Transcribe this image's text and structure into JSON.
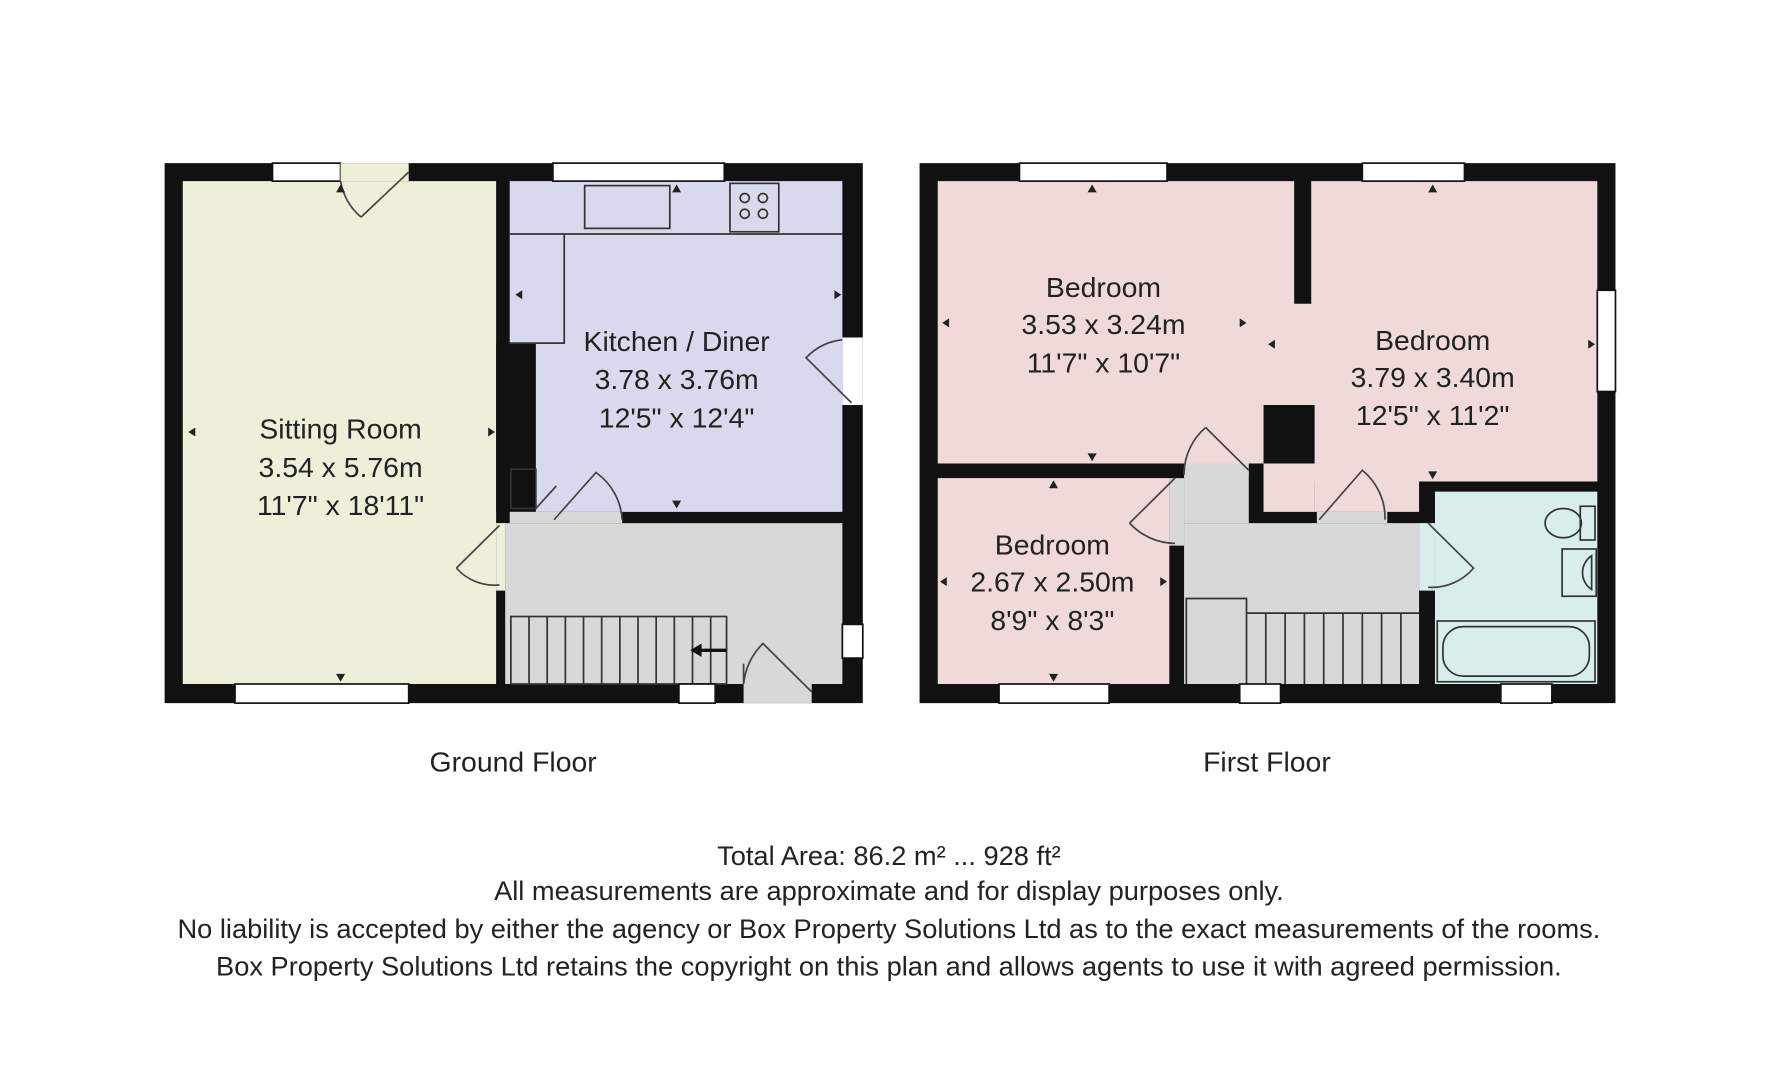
{
  "colors": {
    "wall": "#111111",
    "sitting_room": "#eeefd9",
    "kitchen": "#d9d9ee",
    "bedroom": "#efd9d9",
    "circulation": "#d8d8d8",
    "bathroom": "#d7eeec"
  },
  "ground_floor": {
    "label": "Ground Floor",
    "rooms": [
      {
        "name": "Sitting Room",
        "metric": "3.54 x 5.76m",
        "imperial": "11'7\" x 18'11\""
      },
      {
        "name": "Kitchen / Diner",
        "metric": "3.78 x 3.76m",
        "imperial": "12'5\" x 12'4\""
      }
    ]
  },
  "first_floor": {
    "label": "First Floor",
    "rooms": [
      {
        "name": "Bedroom",
        "metric": "3.53 x 3.24m",
        "imperial": "11'7\" x 10'7\""
      },
      {
        "name": "Bedroom",
        "metric": "3.79 x 3.40m",
        "imperial": "12'5\" x 11'2\""
      },
      {
        "name": "Bedroom",
        "metric": "2.67 x 2.50m",
        "imperial": "8'9\" x 8'3\""
      }
    ]
  },
  "footer": {
    "total_area": "Total Area: 86.2 m² ... 928 ft²",
    "line1": "All measurements are approximate and for display purposes only.",
    "line2": "No liability is accepted by either the agency or Box Property Solutions Ltd as to the exact measurements of the rooms.",
    "line3": "Box Property Solutions Ltd retains the copyright on this plan and allows agents to use it with agreed permission."
  }
}
